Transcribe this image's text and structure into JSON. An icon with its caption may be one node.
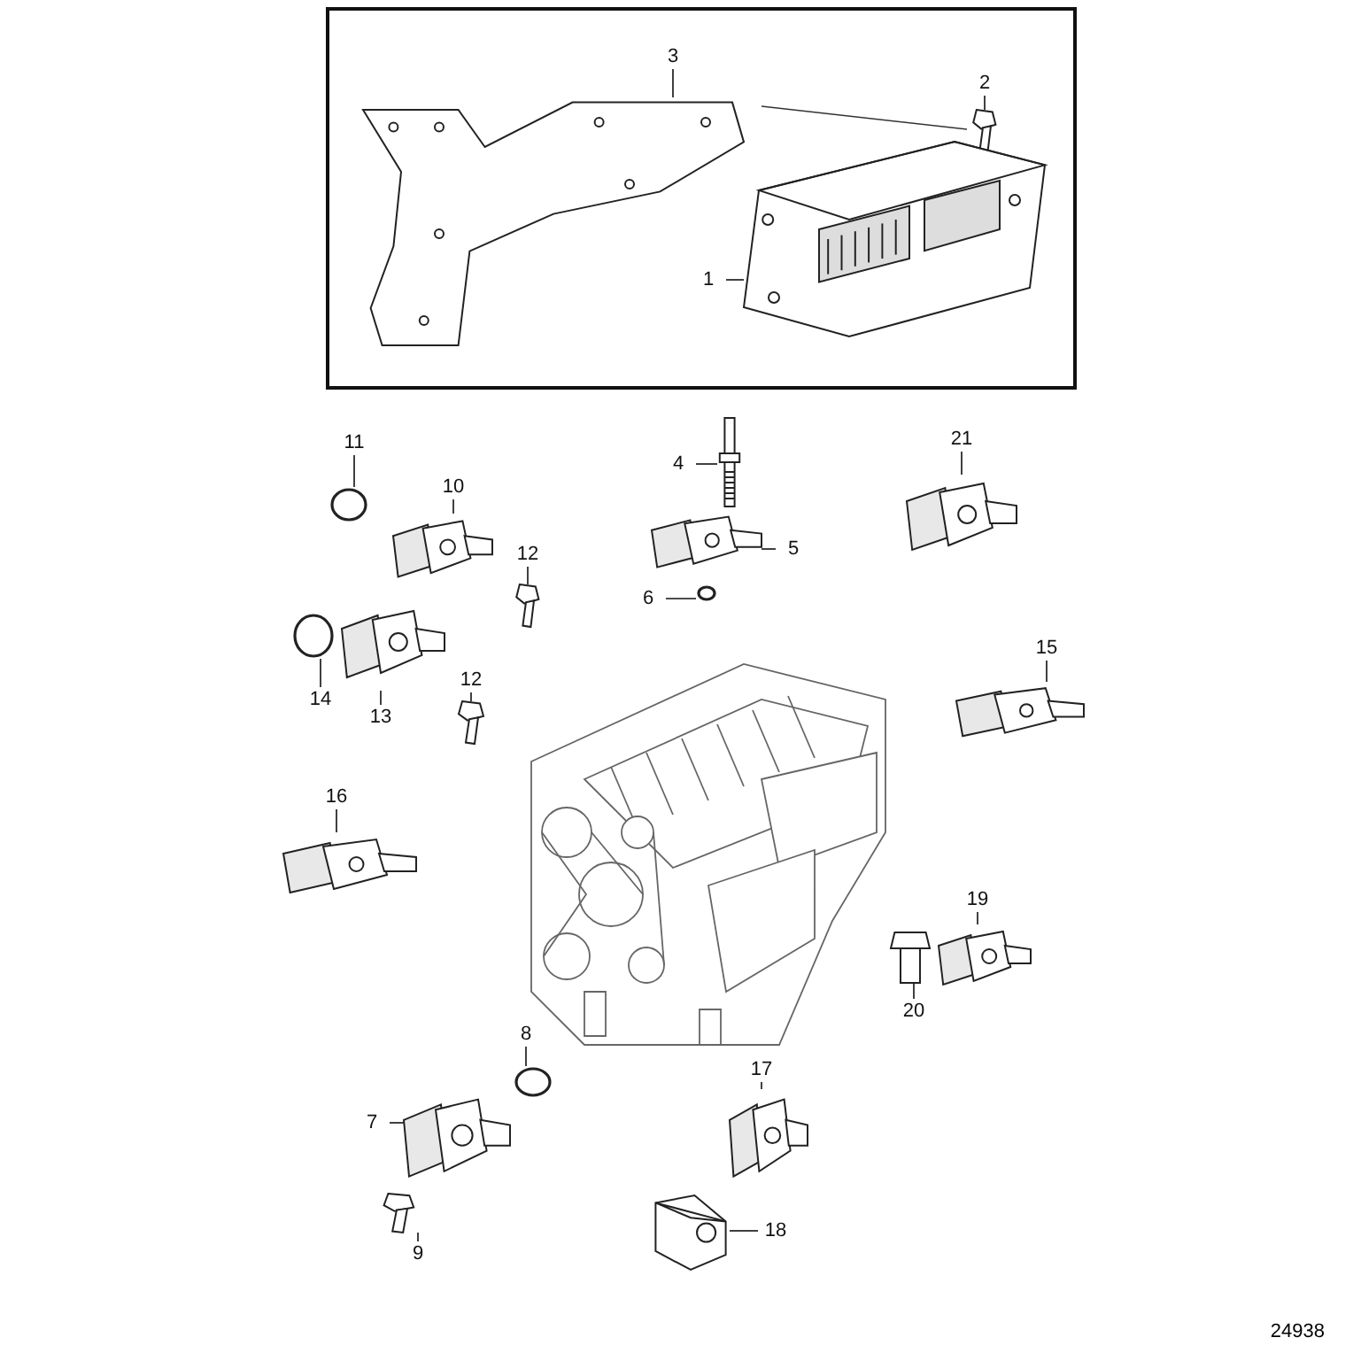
{
  "diagram": {
    "nodes": [
      {
        "text": [],
        "shape": "box"
      },
      {
        "text": [
          "3"
        ],
        "in": 0
      },
      {
        "text": [],
        "shape": "picture",
        "in": 0
      },
      {
        "text": [
          "2"
        ],
        "in": 0
      },
      {
        "text": [],
        "shape": "picture",
        "in": 0
      },
      {
        "text": [
          "1"
        ],
        "in": 0
      },
      {
        "text": [],
        "shape": "picture",
        "in": 0
      },
      {
        "text": [
          "11"
        ]
      },
      {
        "text": [],
        "shape": "circle"
      },
      {
        "text": [
          "4"
        ]
      },
      {
        "text": [],
        "shape": "picture"
      },
      {
        "text": [
          "21"
        ]
      },
      {
        "text": [],
        "shape": "picture"
      },
      {
        "text": [
          "10"
        ]
      },
      {
        "text": [],
        "shape": "picture"
      },
      {
        "text": [
          "5"
        ]
      },
      {
        "text": [],
        "shape": "picture"
      },
      {
        "text": [
          "12"
        ]
      },
      {
        "text": [],
        "shape": "picture"
      },
      {
        "text": [
          "6"
        ]
      },
      {
        "text": [],
        "shape": "circle"
      },
      {
        "text": [
          "14"
        ]
      },
      {
        "text": [],
        "shape": "circle"
      },
      {
        "text": [
          "15"
        ]
      },
      {
        "text": [],
        "shape": "picture"
      },
      {
        "text": [
          "12"
        ]
      },
      {
        "text": [],
        "shape": "picture"
      },
      {
        "text": [
          "13"
        ]
      },
      {
        "text": [],
        "shape": "picture"
      },
      {
        "text": [
          "16"
        ]
      },
      {
        "text": [],
        "shape": "picture"
      },
      {
        "text": [
          "19"
        ]
      },
      {
        "text": [],
        "shape": "picture"
      },
      {
        "text": [
          "20"
        ]
      },
      {
        "text": [],
        "shape": "picture"
      },
      {
        "text": [
          "8"
        ]
      },
      {
        "text": [],
        "shape": "circle"
      },
      {
        "text": [
          "17"
        ]
      },
      {
        "text": [],
        "shape": "picture"
      },
      {
        "text": [
          "7"
        ]
      },
      {
        "text": [],
        "shape": "picture"
      },
      {
        "text": [
          "18"
        ]
      },
      {
        "text": [],
        "shape": "picture"
      },
      {
        "text": [
          "9"
        ]
      },
      {
        "text": [],
        "shape": "picture"
      }
    ],
    "edges": [
      {
        "from": 1,
        "to": 2,
        "arrow": "none"
      },
      {
        "from": 3,
        "to": 4,
        "arrow": "none"
      },
      {
        "from": 5,
        "to": 6,
        "arrow": "none"
      },
      {
        "from": 7,
        "to": 8,
        "arrow": "none"
      },
      {
        "from": 9,
        "to": 10,
        "arrow": "none"
      },
      {
        "from": 11,
        "to": 12,
        "arrow": "none"
      },
      {
        "from": 13,
        "to": 14,
        "arrow": "none"
      },
      {
        "from": 15,
        "to": 16,
        "arrow": "none"
      },
      {
        "from": 17,
        "to": 18,
        "arrow": "none"
      },
      {
        "from": 19,
        "to": 20,
        "arrow": "none"
      },
      {
        "from": 21,
        "to": 22,
        "arrow": "none"
      },
      {
        "from": 23,
        "to": 24,
        "arrow": "none"
      },
      {
        "from": 25,
        "to": 26,
        "arrow": "none"
      },
      {
        "from": 27,
        "to": 28,
        "arrow": "none"
      },
      {
        "from": 29,
        "to": 30,
        "arrow": "none"
      },
      {
        "from": 31,
        "to": 32,
        "arrow": "none"
      },
      {
        "from": 33,
        "to": 34,
        "arrow": "none"
      },
      {
        "from": 35,
        "to": 36,
        "arrow": "none"
      },
      {
        "from": 37,
        "to": 38,
        "arrow": "none"
      },
      {
        "from": 39,
        "to": 40,
        "arrow": "none"
      },
      {
        "from": 41,
        "to": 42,
        "arrow": "none"
      },
      {
        "from": 43,
        "to": 44,
        "arrow": "none"
      }
    ],
    "labels": [
      "24938"
    ]
  }
}
